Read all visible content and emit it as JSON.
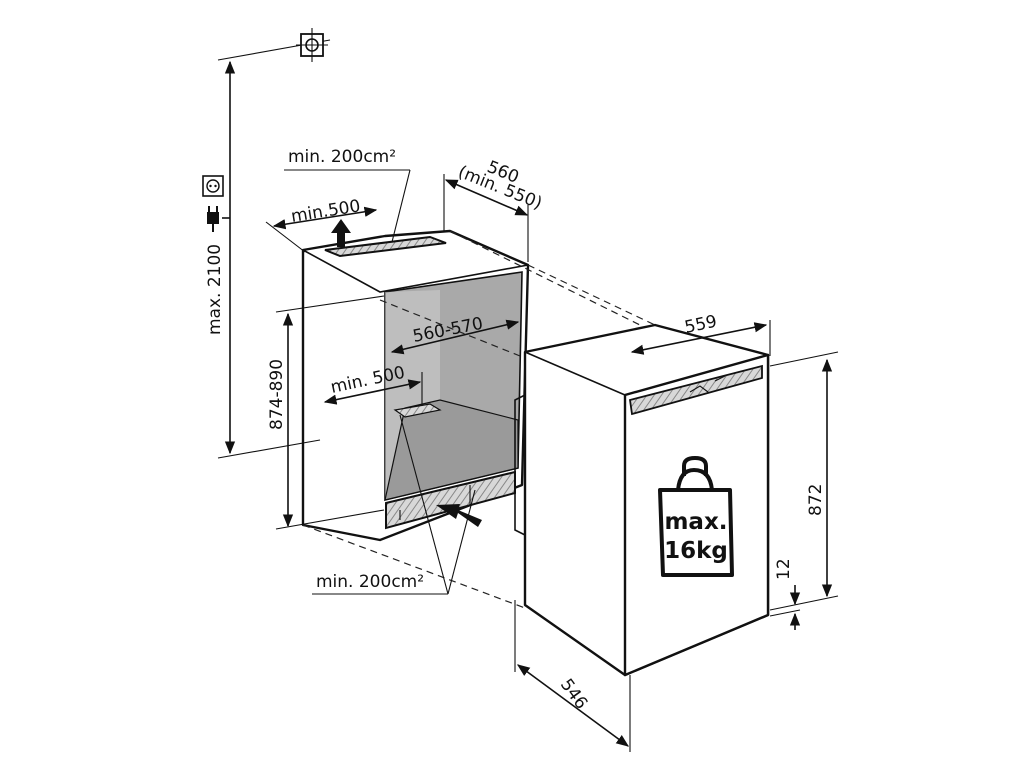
{
  "labels": {
    "vent_top": "min. 200cm²",
    "vent_bottom": "min. 200cm²",
    "min_500_top": "min.500",
    "min_500_inner": "min. 500",
    "niche_depth": "560",
    "niche_depth_min": "(min. 550)",
    "niche_width": "560-570",
    "niche_height": "874-890",
    "max_height": "max. 2100",
    "appliance_width": "559",
    "appliance_height": "872",
    "appliance_depth": "546",
    "gap": "12",
    "weight_line1": "max.",
    "weight_line2": "16kg"
  },
  "colors": {
    "line": "#111111",
    "niche_gray": "#a9a9a9",
    "vent_gray": "#c4c4c4"
  },
  "icons": [
    "socket-icon",
    "plug-icon",
    "crosshair-icon",
    "weight-icon",
    "airflow-arrow-icon"
  ]
}
